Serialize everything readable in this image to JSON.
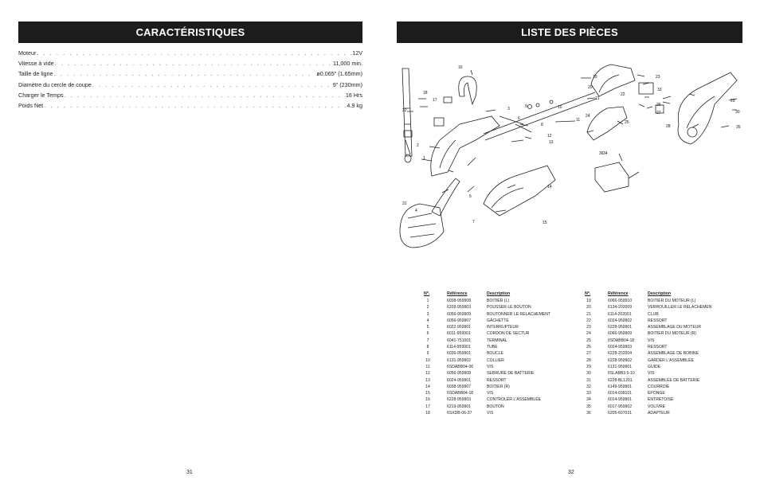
{
  "left_page": {
    "title": "CARACTÉRISTIQUES",
    "specs": [
      {
        "label": "Moteur",
        "value": "12V"
      },
      {
        "label": "Vitesse à vide",
        "value": "11,000 min."
      },
      {
        "label": "Taille de ligne",
        "value": "ø0.065\" (1.65mm)"
      },
      {
        "label": "Diamètre du cercle de coupe",
        "value": "9\" (230mm)"
      },
      {
        "label": "Charger le Temps",
        "value": "16 Hrs"
      },
      {
        "label": "Poids Net",
        "value": "4.9 kg"
      }
    ],
    "page_number": "31"
  },
  "right_page": {
    "title": "LISTE DES PIÈCES",
    "page_number": "32",
    "diagram_callouts": [
      "1",
      "2",
      "3",
      "4",
      "5",
      "6",
      "7",
      "8",
      "9",
      "10",
      "11",
      "12",
      "13",
      "14",
      "15",
      "16",
      "17",
      "18",
      "19",
      "20",
      "21",
      "22",
      "23",
      "24",
      "25",
      "26",
      "27",
      "28",
      "29",
      "30",
      "31",
      "32",
      "33",
      "34",
      "35",
      "36"
    ],
    "table_headers": {
      "no": "Nº.",
      "ref": "Référence",
      "desc": "Description"
    },
    "parts_left": [
      {
        "no": "1",
        "ref": "6038-959908",
        "desc": "BOITIER (L)"
      },
      {
        "no": "2",
        "ref": "6209-959903",
        "desc": "POUSSER LE BOUTON"
      },
      {
        "no": "3",
        "ref": "6056-959909",
        "desc": "BOUTONNER LE RELACHEMENT"
      },
      {
        "no": "4",
        "ref": "6056-959907",
        "desc": "GÂCHETTE"
      },
      {
        "no": "5",
        "ref": "6022-959901",
        "desc": "INTERRUPTEUR"
      },
      {
        "no": "6",
        "ref": "6011-959901",
        "desc": "CORDON DE SECTUR"
      },
      {
        "no": "7",
        "ref": "6041-751001",
        "desc": "TERMINAL"
      },
      {
        "no": "8",
        "ref": "6114-959901",
        "desc": "TUBE"
      },
      {
        "no": "9",
        "ref": "6036-959901",
        "desc": "BOUCLE"
      },
      {
        "no": "10",
        "ref": "6131-959902",
        "desc": "COLLIER"
      },
      {
        "no": "11",
        "ref": "6SDABB04-06",
        "desc": "VIS"
      },
      {
        "no": "12",
        "ref": "6056-959908",
        "desc": "SERRURE DE BATTERIE"
      },
      {
        "no": "13",
        "ref": "6024-959901",
        "desc": "RESSORT"
      },
      {
        "no": "14",
        "ref": "6038-959907",
        "desc": "BOITIER (R)"
      },
      {
        "no": "15",
        "ref": "6SDABB04-18",
        "desc": "VIS"
      },
      {
        "no": "16",
        "ref": "6228-959903",
        "desc": "CONTROLER L'ASSEMBLÉE"
      },
      {
        "no": "17",
        "ref": "6219-959901",
        "desc": "BOUTON"
      },
      {
        "no": "18",
        "ref": "6SXDB-06-37",
        "desc": "VIS"
      }
    ],
    "parts_right": [
      {
        "no": "19",
        "ref": "6066-959910",
        "desc": "BOITIER DU MOTEUR (L)"
      },
      {
        "no": "20",
        "ref": "6134-202009",
        "desc": "VERROUILLER LE RELACHEMEN"
      },
      {
        "no": "21",
        "ref": "6114-202001",
        "desc": "CLUB"
      },
      {
        "no": "22",
        "ref": "6024-959902",
        "desc": "RESSORT"
      },
      {
        "no": "23",
        "ref": "6228-959901",
        "desc": "ASSEMBLAGE DU MOTEUR"
      },
      {
        "no": "24",
        "ref": "6066-959909",
        "desc": "BOITIER DU MOTEUR (R)"
      },
      {
        "no": "25",
        "ref": "6SDABB04-18",
        "desc": "VIS"
      },
      {
        "no": "26",
        "ref": "6024-959903",
        "desc": "RESSORT"
      },
      {
        "no": "27",
        "ref": "6228-202004",
        "desc": "ASSEMBLAGE DE BOBINE"
      },
      {
        "no": "28",
        "ref": "6228-959902",
        "desc": "GARDER L'ASSEMBLÉE"
      },
      {
        "no": "29",
        "ref": "6131-959901",
        "desc": "GUIDE"
      },
      {
        "no": "30",
        "ref": "6SLABB3.5-10",
        "desc": "VIS"
      },
      {
        "no": "31",
        "ref": "6228-BL1201",
        "desc": "ASSEMBLÉE DE BATTERIE"
      },
      {
        "no": "32",
        "ref": "6149-959901",
        "desc": "COURROIE"
      },
      {
        "no": "33",
        "ref": "6014-038101",
        "desc": "ÉPONGE"
      },
      {
        "no": "34",
        "ref": "6014-959901",
        "desc": "ENTRETOISE"
      },
      {
        "no": "35",
        "ref": "6017-959902",
        "desc": "VOLIVRE"
      },
      {
        "no": "36",
        "ref": "6205-607031",
        "desc": "ADAPTEUR"
      }
    ]
  }
}
